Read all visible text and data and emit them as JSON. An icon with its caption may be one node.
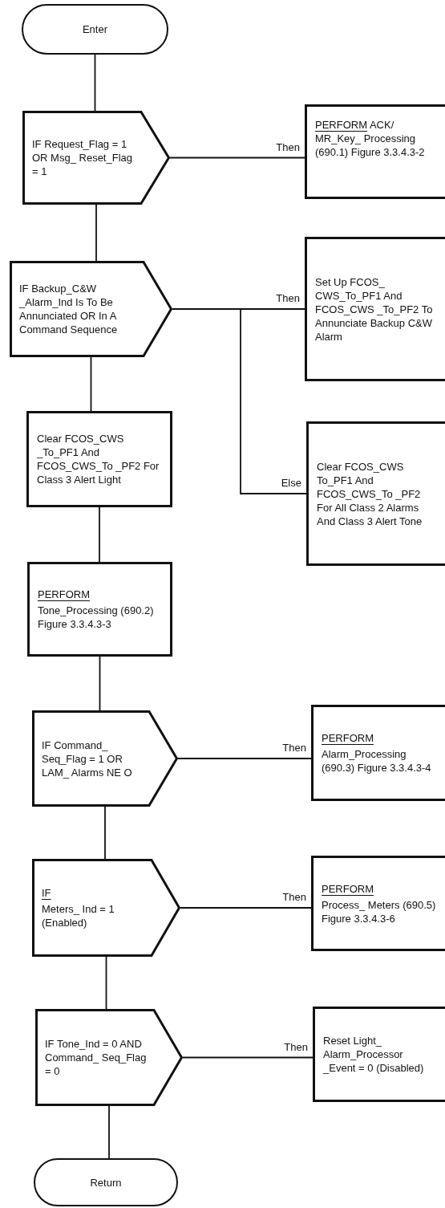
{
  "diagram": {
    "nodes": [
      {
        "text": [
          "Enter"
        ]
      },
      {
        "text": [
          "IF Request_Flag = 1 OR Msg_ Reset_Flag = 1"
        ]
      },
      {
        "text": [
          "PERFORM",
          "ACK/ MR_Key_ Processing (690.1) Figure 3.3.4.3-2"
        ]
      },
      {
        "text": [
          "IF Backup_C&W _Alarm_Ind Is To Be Annunciated OR In A Command Sequence"
        ]
      },
      {
        "text": [
          "Set Up FCOS_ CWS_To_PF1 And FCOS_CWS _To_PF2 To Annunciate Backup C&W Alarm"
        ]
      },
      {
        "text": [
          "Clear FCOS_CWS _To_PF1 And FCOS_CWS_To _PF2 For Class 3 Alert Light"
        ]
      },
      {
        "text": [
          "Clear FCOS_CWS To_PF1 And FCOS_CWS_To _PF2 For All Class 2 Alarms And Class 3 Alert Tone"
        ]
      },
      {
        "text": [
          "PERFORM",
          "Tone_Processing (690.2) Figure 3.3.4.3-3"
        ]
      },
      {
        "text": [
          "IF Command_ Seq_Flag = 1 OR LAM_ Alarms NE O"
        ]
      },
      {
        "text": [
          "PERFORM",
          "Alarm_Processing (690.3) Figure 3.3.4.3-4"
        ]
      },
      {
        "text": [
          "IF",
          "Meters_ Ind = 1 (Enabled)"
        ]
      },
      {
        "text": [
          "PERFORM",
          "Process_ Meters (690.5) Figure 3.3.4.3-6"
        ]
      },
      {
        "text": [
          "IF Tone_Ind = 0 AND Command_ Seq_Flag = 0"
        ]
      },
      {
        "text": [
          "Reset Light_ Alarm_Processor _Event = 0 (Disabled)"
        ]
      },
      {
        "text": [
          "Return"
        ]
      }
    ],
    "edges": [
      {
        "from": 0,
        "to": 1,
        "arrow": "none"
      },
      {
        "from": 1,
        "to": 2,
        "arrow": "none",
        "label": "Then"
      },
      {
        "from": 1,
        "to": 3,
        "arrow": "none"
      },
      {
        "from": 3,
        "to": 4,
        "arrow": "none",
        "label": "Then"
      },
      {
        "from": 3,
        "to": 6,
        "arrow": "none",
        "label": "Else"
      },
      {
        "from": 3,
        "to": 5,
        "arrow": "none"
      },
      {
        "from": 5,
        "to": 7,
        "arrow": "none"
      },
      {
        "from": 7,
        "to": 8,
        "arrow": "none"
      },
      {
        "from": 8,
        "to": 9,
        "arrow": "none",
        "label": "Then"
      },
      {
        "from": 8,
        "to": 10,
        "arrow": "none"
      },
      {
        "from": 10,
        "to": 11,
        "arrow": "none",
        "label": "Then"
      },
      {
        "from": 10,
        "to": 12,
        "arrow": "none"
      },
      {
        "from": 12,
        "to": 13,
        "arrow": "none",
        "label": "Then"
      },
      {
        "from": 12,
        "to": 14,
        "arrow": "none"
      }
    ]
  }
}
